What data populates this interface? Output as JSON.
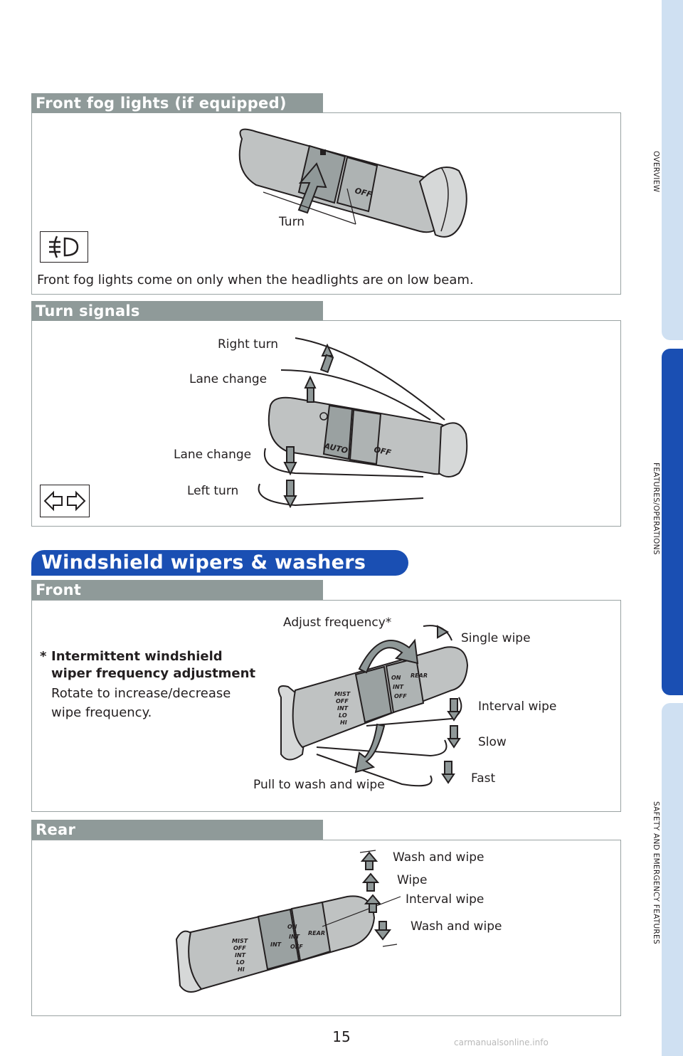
{
  "side_tabs": [
    "OVERVIEW",
    "FEATURES/OPERATIONS",
    "SAFETY AND EMERGENCY FEATURES"
  ],
  "fog": {
    "title": "Front fog lights (if equipped)",
    "turn_label": "Turn",
    "note": "Front fog lights come on only when the headlights are on low beam.",
    "switch_off": "OFF"
  },
  "turn_signals": {
    "title": "Turn signals",
    "right_turn": "Right turn",
    "lane_change_up": "Lane change",
    "lane_change_down": "Lane change",
    "left_turn": "Left turn",
    "switch_auto": "AUTO",
    "switch_off": "OFF"
  },
  "wipers": {
    "title": "Windshield wipers & washers",
    "front": {
      "title": "Front",
      "footnote_marker": "*",
      "footnote_heading_1": "Intermittent windshield",
      "footnote_heading_2": "wiper frequency adjustment",
      "footnote_body_1": "Rotate to increase/decrease",
      "footnote_body_2": "wipe frequency.",
      "adjust_frequency": "Adjust frequency*",
      "single_wipe": "Single wipe",
      "interval_wipe": "Interval wipe",
      "slow": "Slow",
      "fast": "Fast",
      "pull_wash": "Pull to wash and wipe",
      "switch_marks": [
        "MIST",
        "OFF",
        "INT",
        "LO",
        "HI"
      ],
      "rear_marks": [
        "ON",
        "INT",
        "OFF"
      ],
      "rear_tag": "REAR"
    },
    "rear": {
      "title": "Rear",
      "wash_and_wipe_top": "Wash and wipe",
      "wipe": "Wipe",
      "interval_wipe": "Interval wipe",
      "wash_and_wipe_bottom": "Wash and wipe",
      "switch_marks": [
        "MIST",
        "OFF",
        "INT",
        "LO",
        "HI"
      ],
      "rear_marks": [
        "ON",
        "INT",
        "OFF"
      ],
      "rear_tag": "REAR",
      "int_mark": "INT"
    }
  },
  "page_number": "15",
  "watermark": "carmanualsonline.info"
}
